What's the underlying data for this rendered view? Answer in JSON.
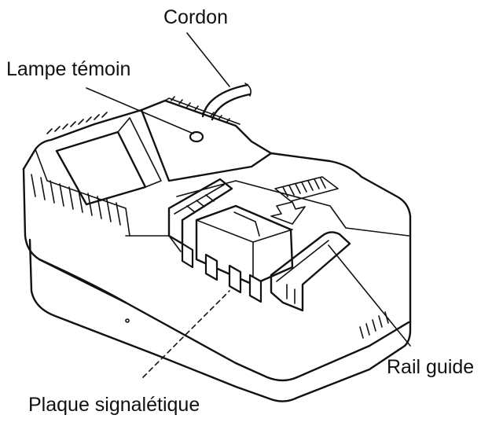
{
  "labels": {
    "cord": "Cordon",
    "pilot_lamp": "Lampe témoin",
    "guide_rail": "Rail guide",
    "name_plate": "Plaque signalétique"
  }
}
